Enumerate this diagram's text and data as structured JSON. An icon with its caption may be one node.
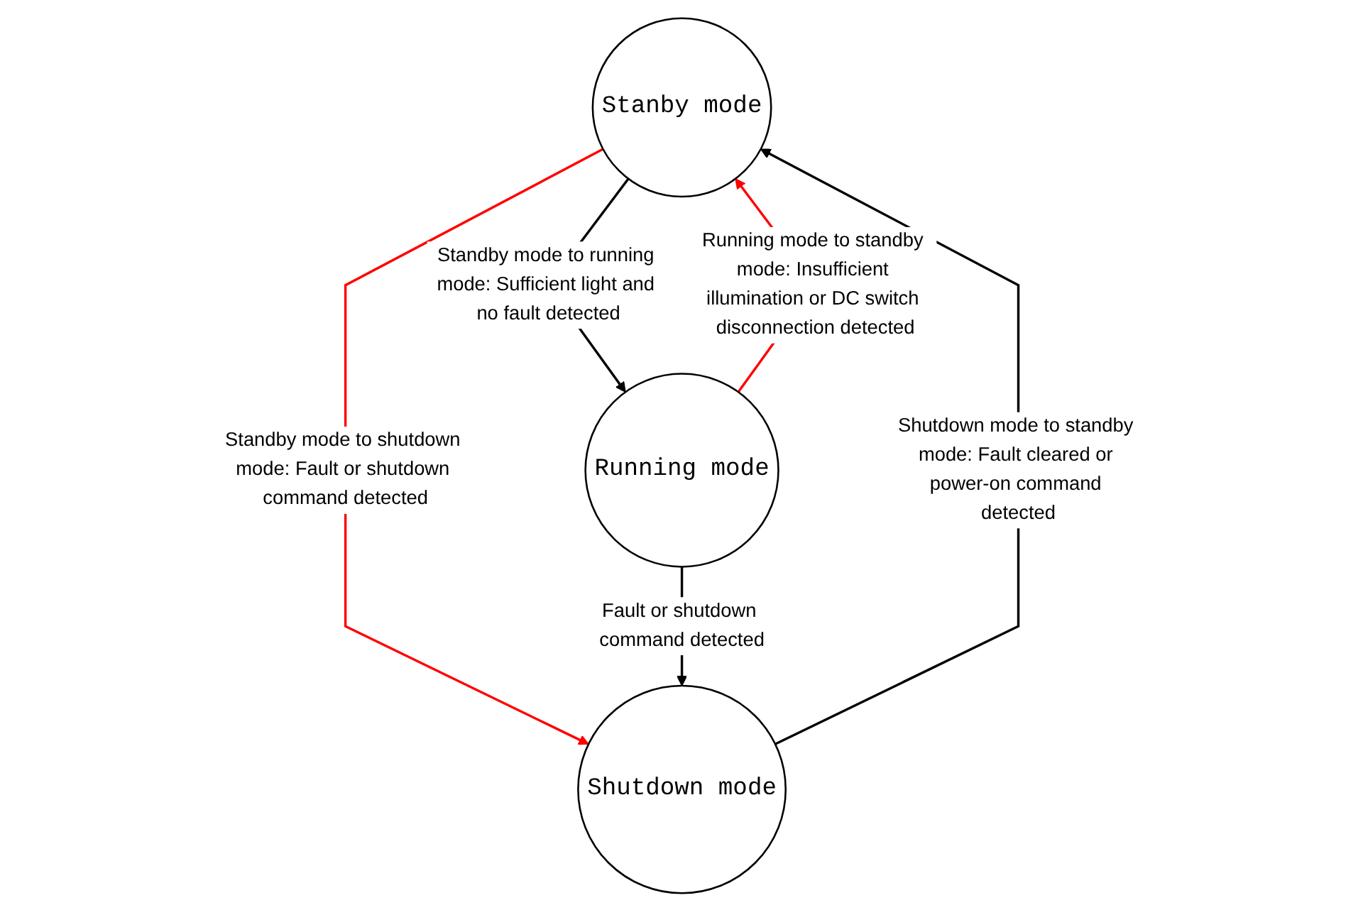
{
  "diagram": {
    "nodes": [
      {
        "text": [
          "Stanby mode"
        ]
      },
      {
        "text": [
          "Running mode"
        ]
      },
      {
        "text": [
          "Shutdown mode"
        ]
      }
    ],
    "edges": [
      {
        "from": 1,
        "to": 0,
        "arrow": "to",
        "color": "#ff0000",
        "label": "Running mode to standby mode: Insufficient illumination or DC switch disconnection detected"
      },
      {
        "from": 0,
        "to": 1,
        "arrow": "to",
        "label": "Standby mode to running mode: Sufficient light and no fault detected"
      },
      {
        "from": 0,
        "to": 2,
        "arrow": "to",
        "color": "#ff0000",
        "label": "Standby mode to shutdown mode: Fault or shutdown command detected"
      },
      {
        "from": 2,
        "to": 0,
        "arrow": "to",
        "label": "Shutdown mode to standby mode: Fault cleared or power-on command detected"
      },
      {
        "from": 1,
        "to": 2,
        "arrow": "to",
        "label": "Fault or shutdown command detected"
      }
    ]
  }
}
